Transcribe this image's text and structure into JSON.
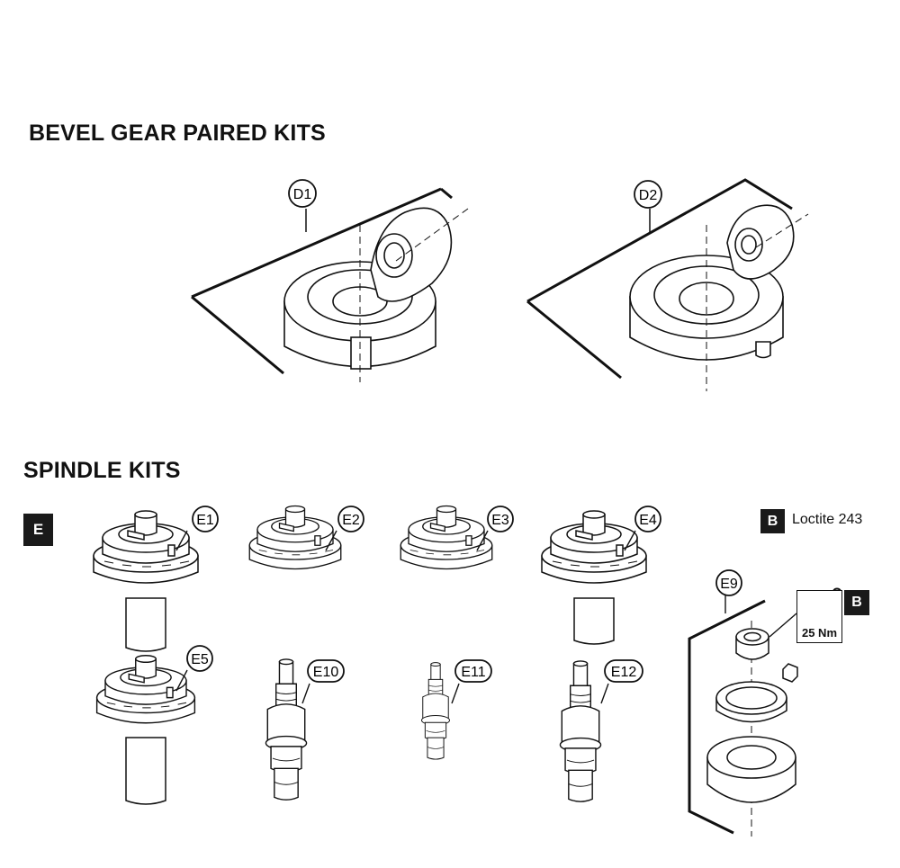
{
  "sections": {
    "bevel_title": "BEVEL GEAR PAIRED KITS",
    "spindle_title": "SPINDLE KITS"
  },
  "badges": {
    "section_e": "E",
    "loctite_key": "B",
    "loctite_ref": "B"
  },
  "legend": {
    "loctite_text": "Loctite 243"
  },
  "torque": {
    "value": "25 Nm"
  },
  "callouts": {
    "d1": "D1",
    "d2": "D2",
    "e1": "E1",
    "e2": "E2",
    "e3": "E3",
    "e4": "E4",
    "e5": "E5",
    "e9": "E9",
    "e10": "E10",
    "e11": "E11",
    "e12": "E12"
  }
}
